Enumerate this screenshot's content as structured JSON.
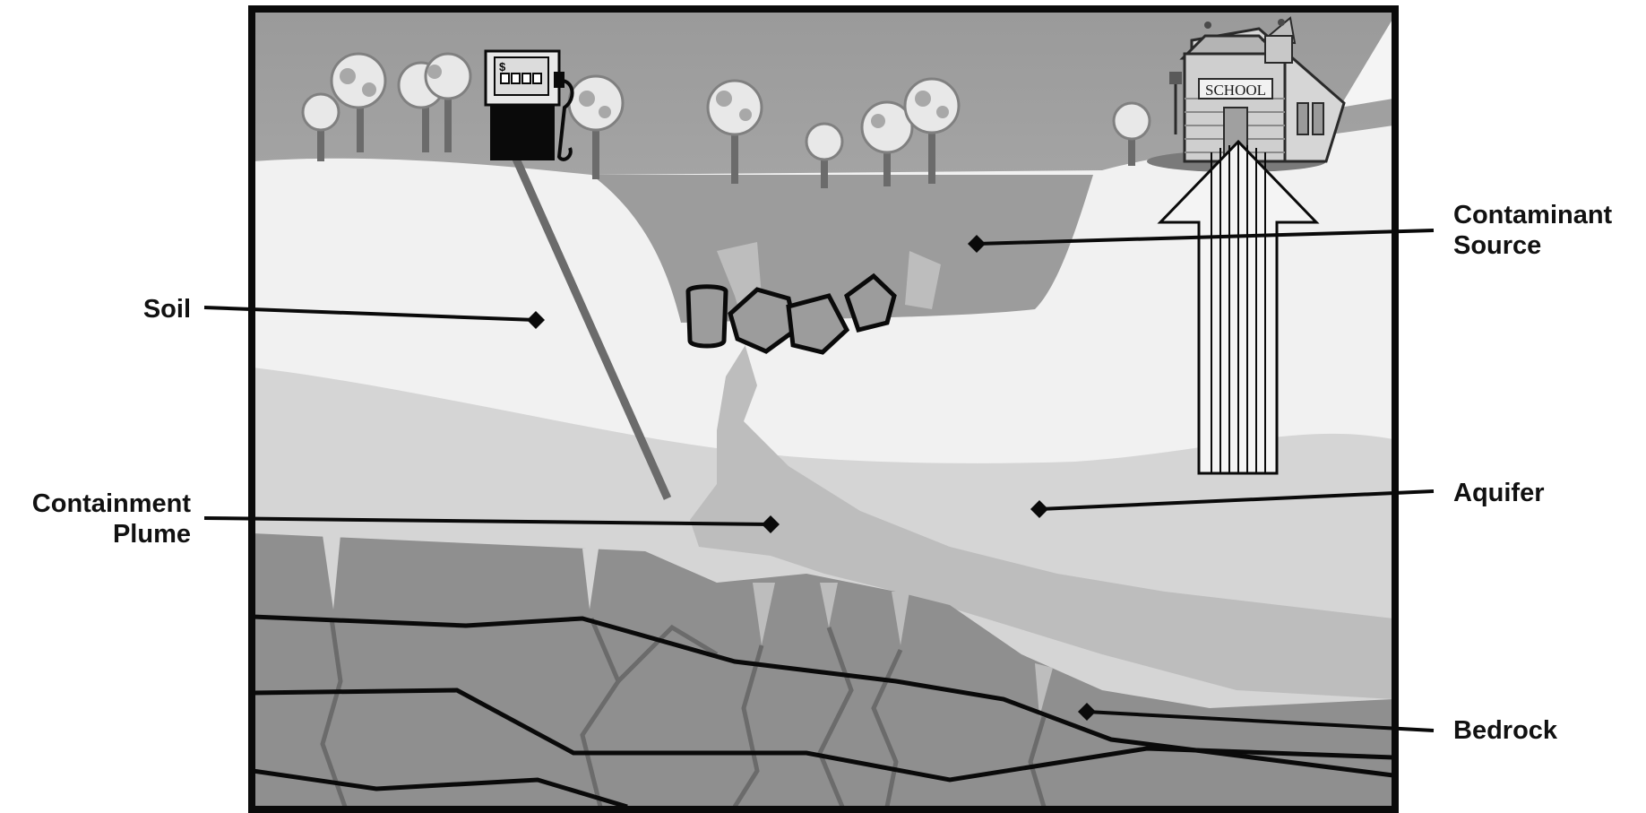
{
  "labels": {
    "soil": "Soil",
    "containment_plume": [
      "Containment",
      "Plume"
    ],
    "contaminant_source": [
      "Contaminant",
      "Source"
    ],
    "aquifer": "Aquifer",
    "bedrock": "Bedrock",
    "school_sign": "SCHOOL",
    "pump_sign": "$"
  },
  "colors": {
    "sky": "#a9a9a9",
    "soil": "#f1f1f1",
    "aquifer": "#d5d5d5",
    "source_pit": "#9a9a9a",
    "plume": "#bdbdbd",
    "bedrock": "#8f8f8f",
    "fracture": "#6e6e6e",
    "outline": "#0a0a0a"
  }
}
